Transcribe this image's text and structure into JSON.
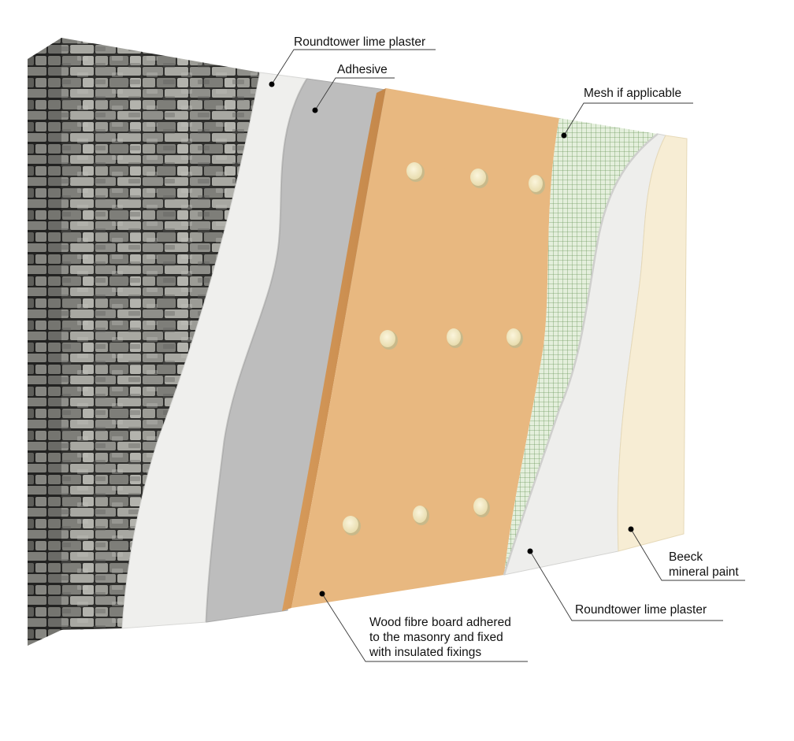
{
  "colors": {
    "stone_base": "#6f6f6b",
    "stone_light": "#b4b4ae",
    "stone_mortar": "#2e2e2c",
    "lime_plaster": "#eeeeec",
    "adhesive": "#b9b9b9",
    "wood_fibre_board": "#e6b57f",
    "wood_fibre_board_edge": "#c98e4e",
    "mesh": "#d6e9c6",
    "mesh_grid": "#6f9a5f",
    "mineral_paint": "#f6ecd3",
    "fixing": "#f4ebc6"
  },
  "labels": {
    "lime_plaster_inner": "Roundtower lime plaster",
    "adhesive": "Adhesive",
    "mesh": "Mesh if applicable",
    "paint_line1": "Beeck",
    "paint_line2": "mineral paint",
    "lime_plaster_outer": "Roundtower lime plaster",
    "board_line1": "Wood fibre board adhered",
    "board_line2": "to the masonry and fixed",
    "board_line3": "with insulated fixings"
  }
}
